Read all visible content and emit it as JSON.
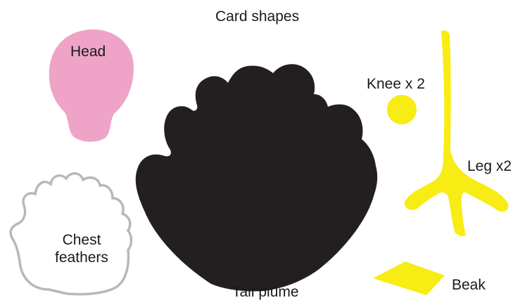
{
  "title": "Card shapes",
  "shapes": [
    {
      "id": "head",
      "label": "Head",
      "color": "#EFA3C7"
    },
    {
      "id": "knee",
      "label": "Knee x 2",
      "color": "#F7EC13"
    },
    {
      "id": "leg",
      "label": "Leg x2",
      "color": "#F7EC13"
    },
    {
      "id": "chest",
      "label": "Chest feathers",
      "color": "#FFFFFF",
      "outline": "#B8B8B8"
    },
    {
      "id": "tail",
      "label": "Tail plume",
      "color": "#231F20"
    },
    {
      "id": "beak",
      "label": "Beak",
      "color": "#F7EC13"
    }
  ]
}
